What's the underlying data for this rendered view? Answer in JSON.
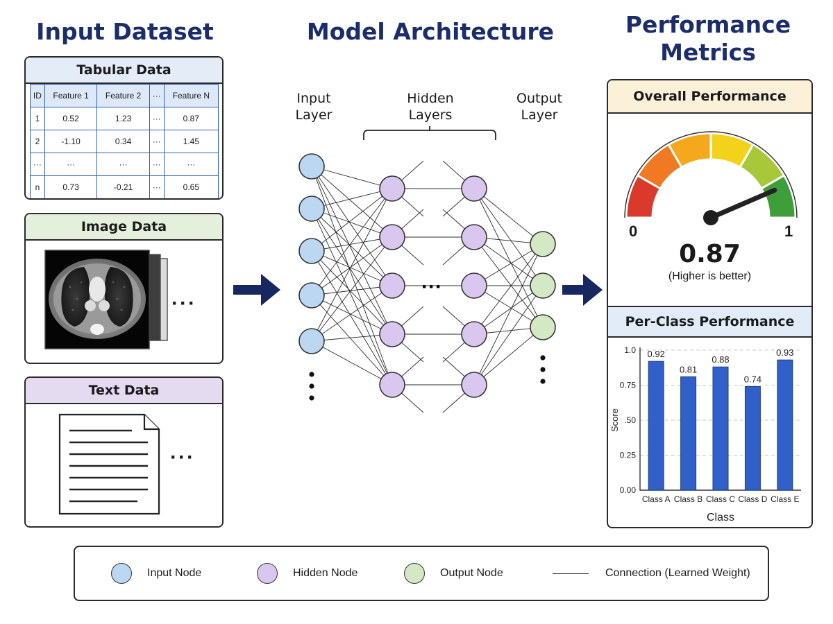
{
  "titles": {
    "input": "Input Dataset",
    "model": "Model Architecture",
    "metrics_line1": "Performance",
    "metrics_line2": "Metrics"
  },
  "tabular": {
    "title": "Tabular Data",
    "headers": [
      "ID",
      "Feature 1",
      "Feature 2",
      "···",
      "Feature N"
    ],
    "rows": [
      [
        "1",
        "0.52",
        "1.23",
        "···",
        "0.87"
      ],
      [
        "2",
        "-1.10",
        "0.34",
        "···",
        "1.45"
      ],
      [
        "···",
        "···",
        "···",
        "···",
        "···"
      ],
      [
        "n",
        "0.73",
        "-0.21",
        "···",
        "0.65"
      ]
    ]
  },
  "image_data": {
    "title": "Image Data",
    "more": "···"
  },
  "text_data": {
    "title": "Text Data",
    "more": "···"
  },
  "network": {
    "input_label": "Input\nLayer",
    "hidden_label": "Hidden\nLayers",
    "output_label": "Output\nLayer",
    "between_hidden": "···"
  },
  "overall": {
    "title": "Overall Performance",
    "value": "0.87",
    "value_num": 0.87,
    "min_label": "0",
    "max_label": "1",
    "note": "(Higher is better)",
    "gauge_colors": [
      "#d93a2b",
      "#ef7a23",
      "#f5a81c",
      "#f3d21c",
      "#a8c83a",
      "#3e9e3a"
    ]
  },
  "per_class": {
    "title": "Per-Class Performance"
  },
  "chart_data": {
    "type": "bar",
    "categories": [
      "Class A",
      "Class B",
      "Class C",
      "Class D",
      "Class E"
    ],
    "values": [
      0.92,
      0.81,
      0.88,
      0.74,
      0.93
    ],
    "value_labels": [
      "0.92",
      "0.81",
      "0.88",
      "0.74",
      "0.93"
    ],
    "yticks": [
      "0.00",
      "0.25",
      ".50",
      "0.75",
      "1.0"
    ],
    "ylim": [
      0,
      1
    ],
    "xlabel": "Class",
    "ylabel": "Score",
    "grid": true,
    "bar_color": "#3160c8"
  },
  "legend": {
    "input_node": "Input Node",
    "hidden_node": "Hidden Node",
    "output_node": "Output Node",
    "connection": "Connection (Learned Weight)"
  },
  "colors": {
    "title_navy": "#1c2d6b",
    "input_node": "#bcd7f2",
    "hidden_node": "#d9c7ef",
    "output_node": "#d3e8c4",
    "tabular_head": "#e4ecf8",
    "image_head": "#e5f0dc",
    "text_head": "#e4dbf1",
    "overall_head": "#fbf1d9",
    "per_class_head": "#e1ecf8"
  }
}
